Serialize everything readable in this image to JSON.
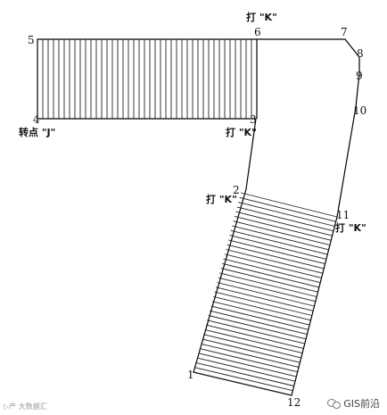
{
  "points": {
    "p1": "1",
    "p2": "2",
    "p3": "3",
    "p4": "4",
    "p5": "5",
    "p6": "6",
    "p7": "7",
    "p8": "8",
    "p9": "9",
    "p10": "10",
    "p11": "11",
    "p12": "12"
  },
  "annotations": {
    "top_k": "打 \"K\"",
    "turn_j": "转点 \"J\"",
    "p3_k": "打 \"K\"",
    "p2_k": "打 \"K\"",
    "p11_k": "打 \"K\""
  },
  "watermarks": {
    "left": "▷产 大数据汇",
    "right": "GIS前沿"
  },
  "icons": {
    "brand": "wechat-icon"
  },
  "colors": {
    "line": "#000000",
    "hatch": "#222222"
  }
}
